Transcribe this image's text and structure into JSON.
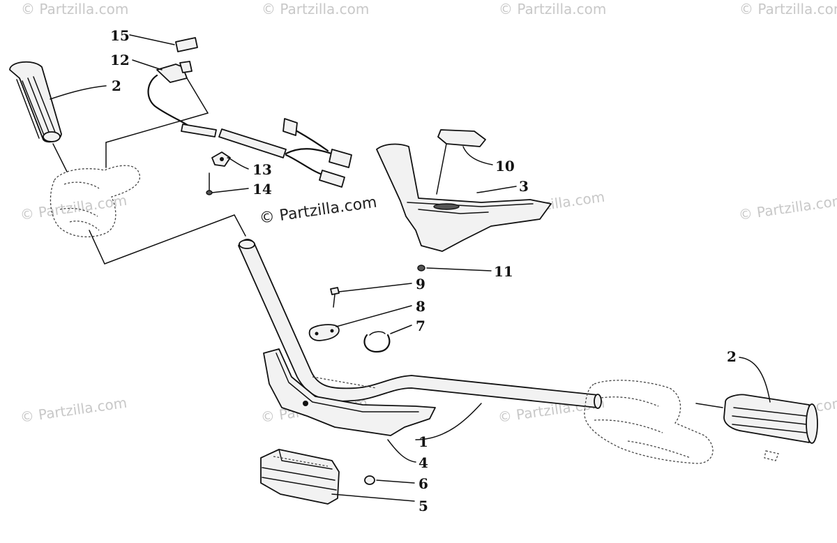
{
  "watermark": "© Partzilla.com",
  "callouts": {
    "c1": "1",
    "c2a": "2",
    "c2b": "2",
    "c3": "3",
    "c4": "4",
    "c5": "5",
    "c6": "6",
    "c7": "7",
    "c8": "8",
    "c9": "9",
    "c10": "10",
    "c11": "11",
    "c12": "12",
    "c13": "13",
    "c14": "14",
    "c15": "15"
  }
}
